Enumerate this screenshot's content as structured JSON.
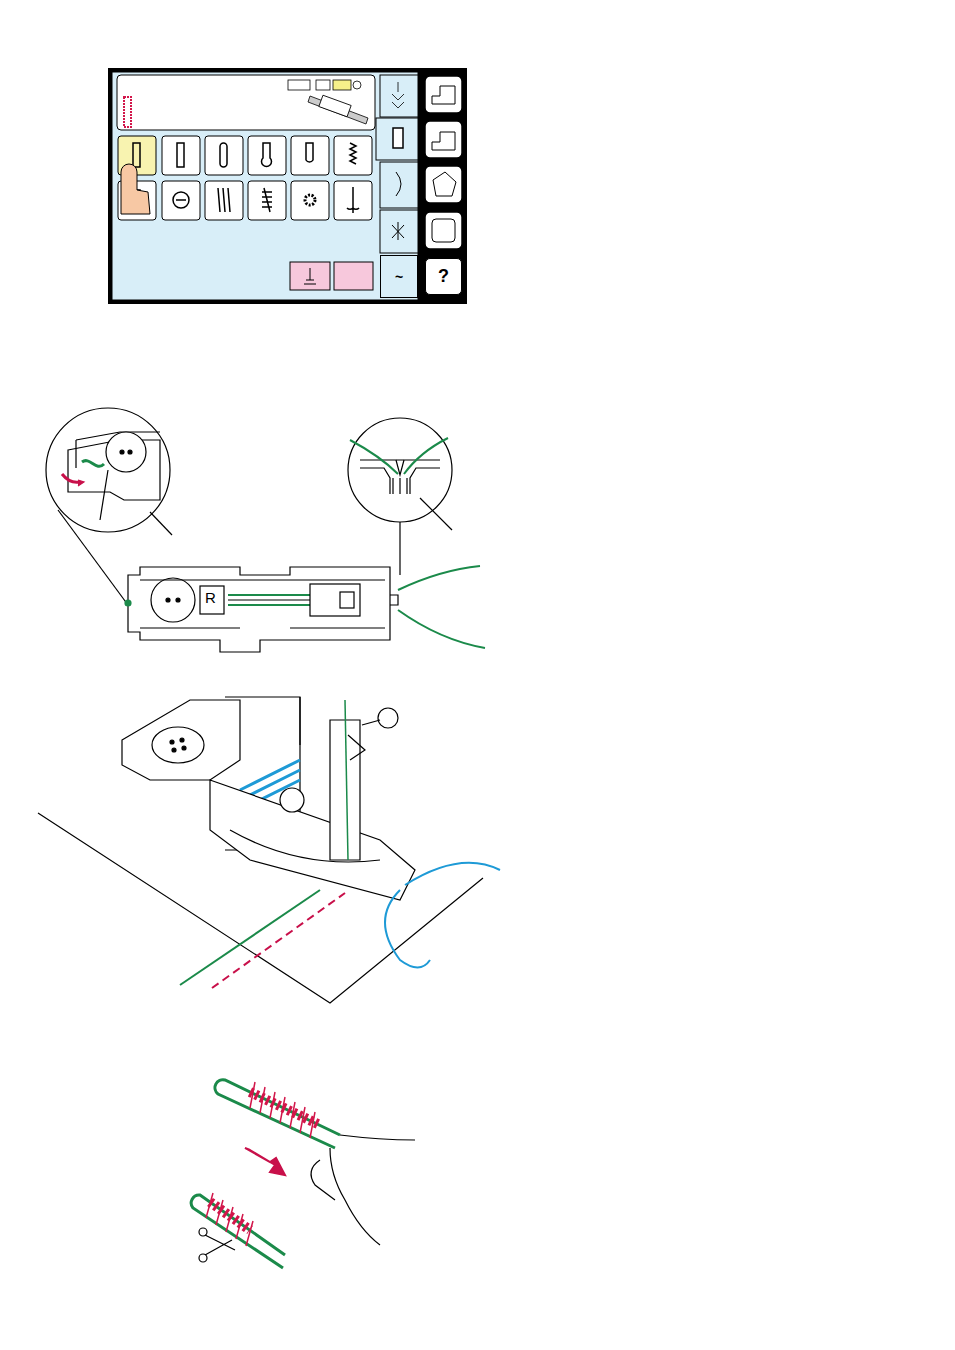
{
  "diagram": {
    "nodes": [
      {
        "text": [
          "~"
        ]
      },
      {
        "text": [
          "?"
        ]
      }
    ],
    "labels": [
      "R"
    ]
  }
}
